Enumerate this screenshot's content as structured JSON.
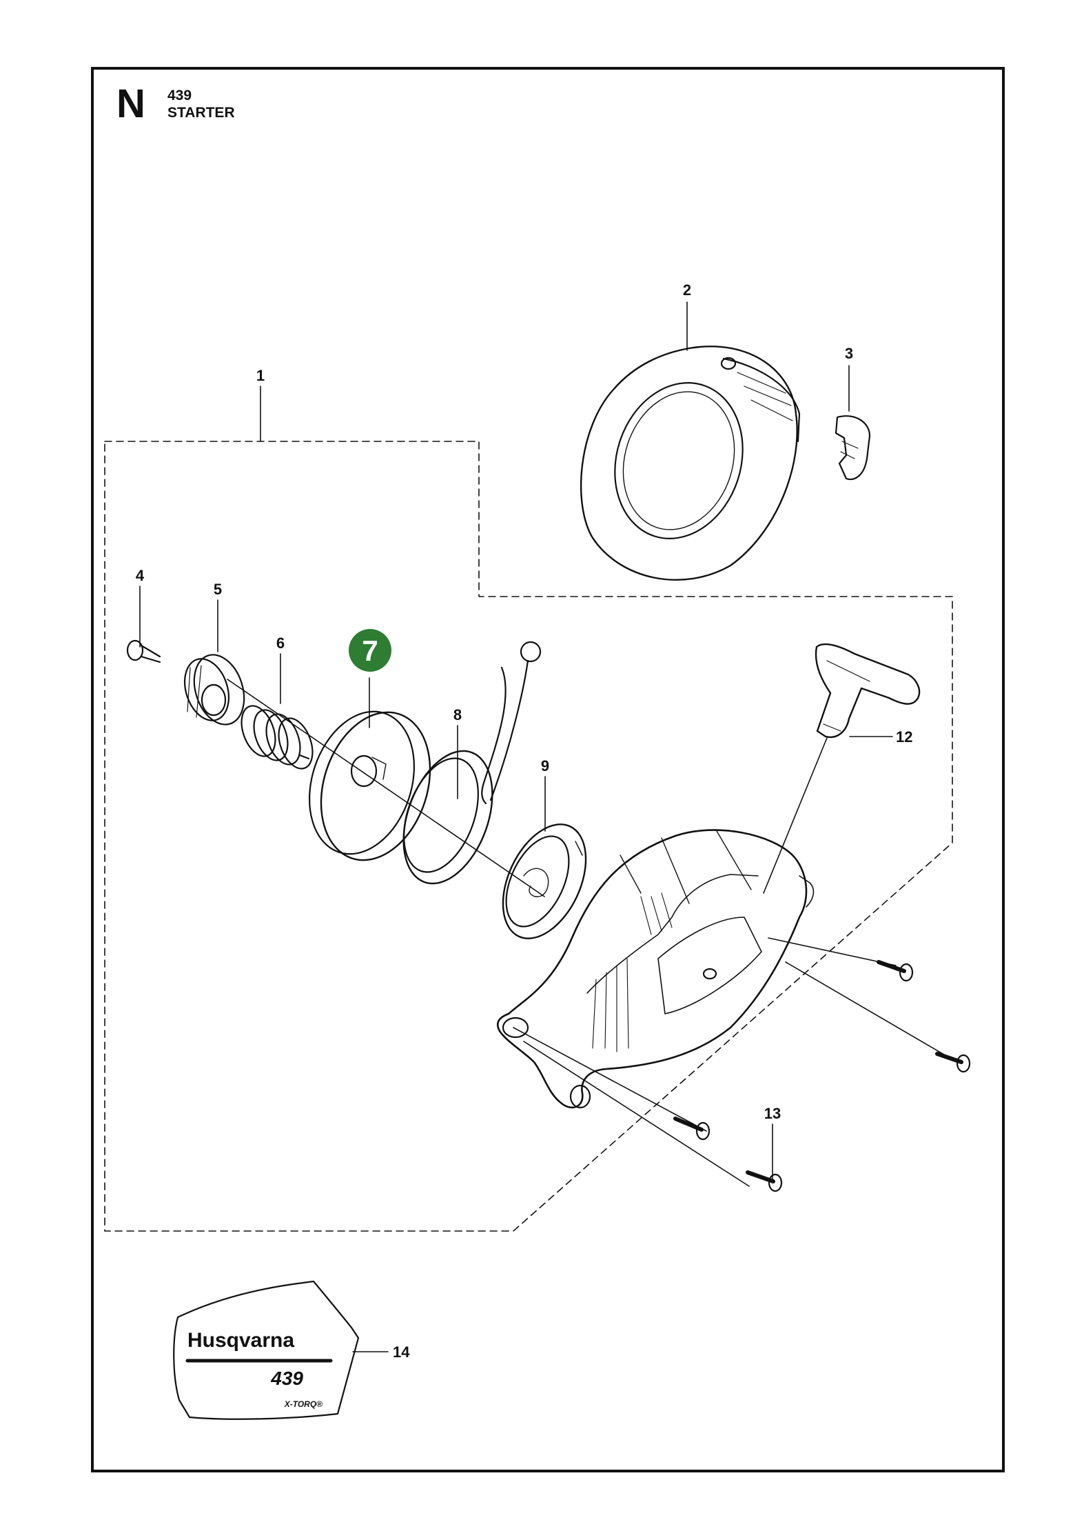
{
  "header": {
    "section_letter": "N",
    "model": "439",
    "title": "STARTER"
  },
  "callouts": [
    {
      "id": "1",
      "label": "1"
    },
    {
      "id": "2",
      "label": "2"
    },
    {
      "id": "3",
      "label": "3"
    },
    {
      "id": "4",
      "label": "4"
    },
    {
      "id": "5",
      "label": "5"
    },
    {
      "id": "6",
      "label": "6"
    },
    {
      "id": "7",
      "label": "7",
      "highlighted": true
    },
    {
      "id": "8",
      "label": "8"
    },
    {
      "id": "9",
      "label": "9"
    },
    {
      "id": "12",
      "label": "12"
    },
    {
      "id": "13",
      "label": "13"
    },
    {
      "id": "14",
      "label": "14"
    }
  ],
  "decal": {
    "brand": "Husqvarna",
    "model": "439",
    "tagline": "X-TORQ®"
  },
  "colors": {
    "line": "#111111",
    "highlight": "#2e7d32",
    "highlight_text": "#ffffff"
  }
}
